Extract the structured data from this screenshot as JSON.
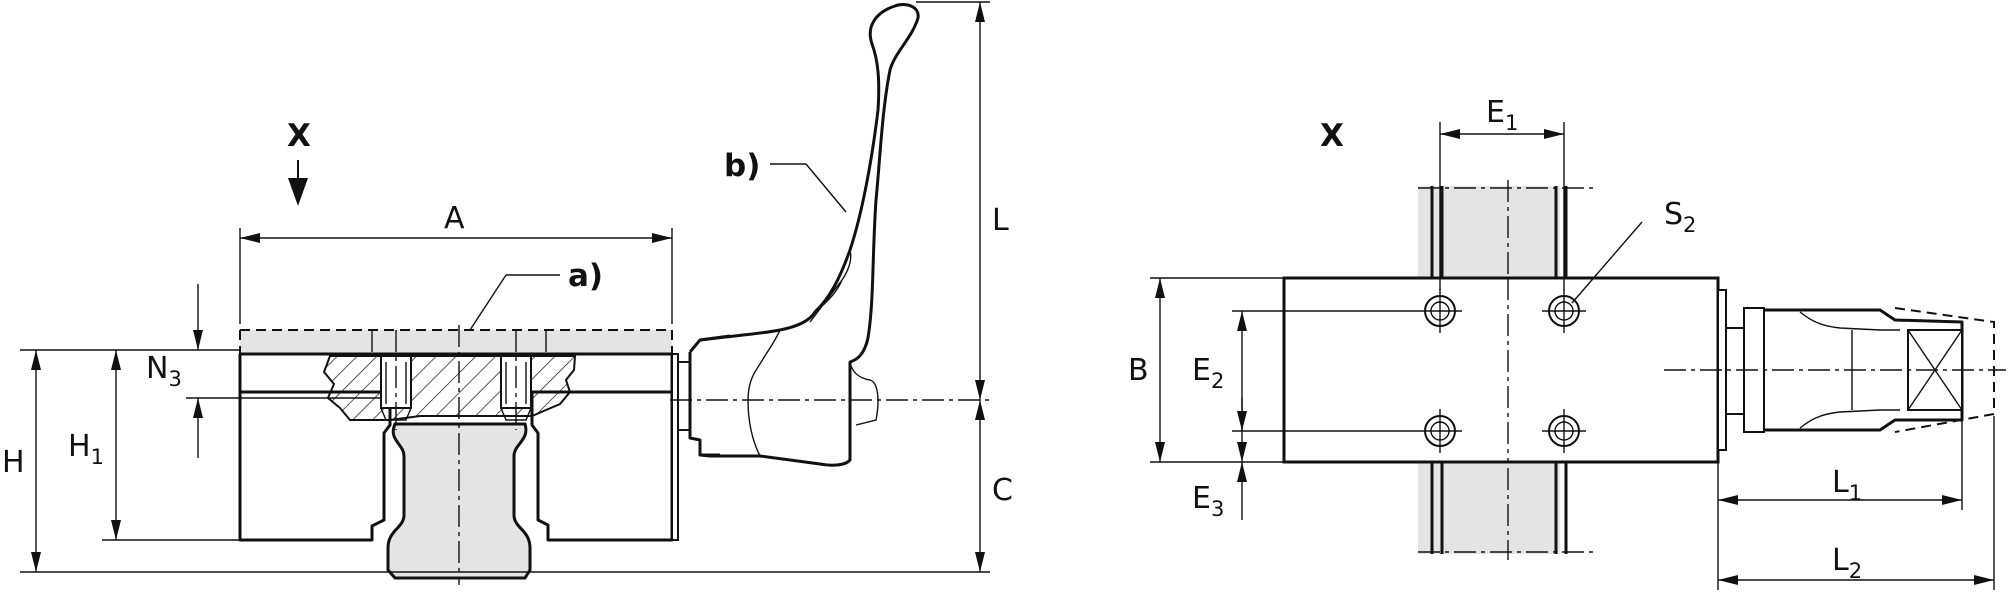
{
  "view_label": "X",
  "callouts": {
    "a": "a)",
    "b": "b)"
  },
  "dimensions": {
    "A": "A",
    "H": "H",
    "H1": {
      "base": "H",
      "sub": "1"
    },
    "N3": {
      "base": "N",
      "sub": "3"
    },
    "L": "L",
    "C": "C",
    "B": "B",
    "E1": {
      "base": "E",
      "sub": "1"
    },
    "E2": {
      "base": "E",
      "sub": "2"
    },
    "E3": {
      "base": "E",
      "sub": "3"
    },
    "S2": {
      "base": "S",
      "sub": "2"
    },
    "L1": {
      "base": "L",
      "sub": "1"
    },
    "L2": {
      "base": "L",
      "sub": "2"
    }
  },
  "colors": {
    "line": "#111111",
    "fill": "#e4e4e4",
    "background": "#ffffff"
  }
}
